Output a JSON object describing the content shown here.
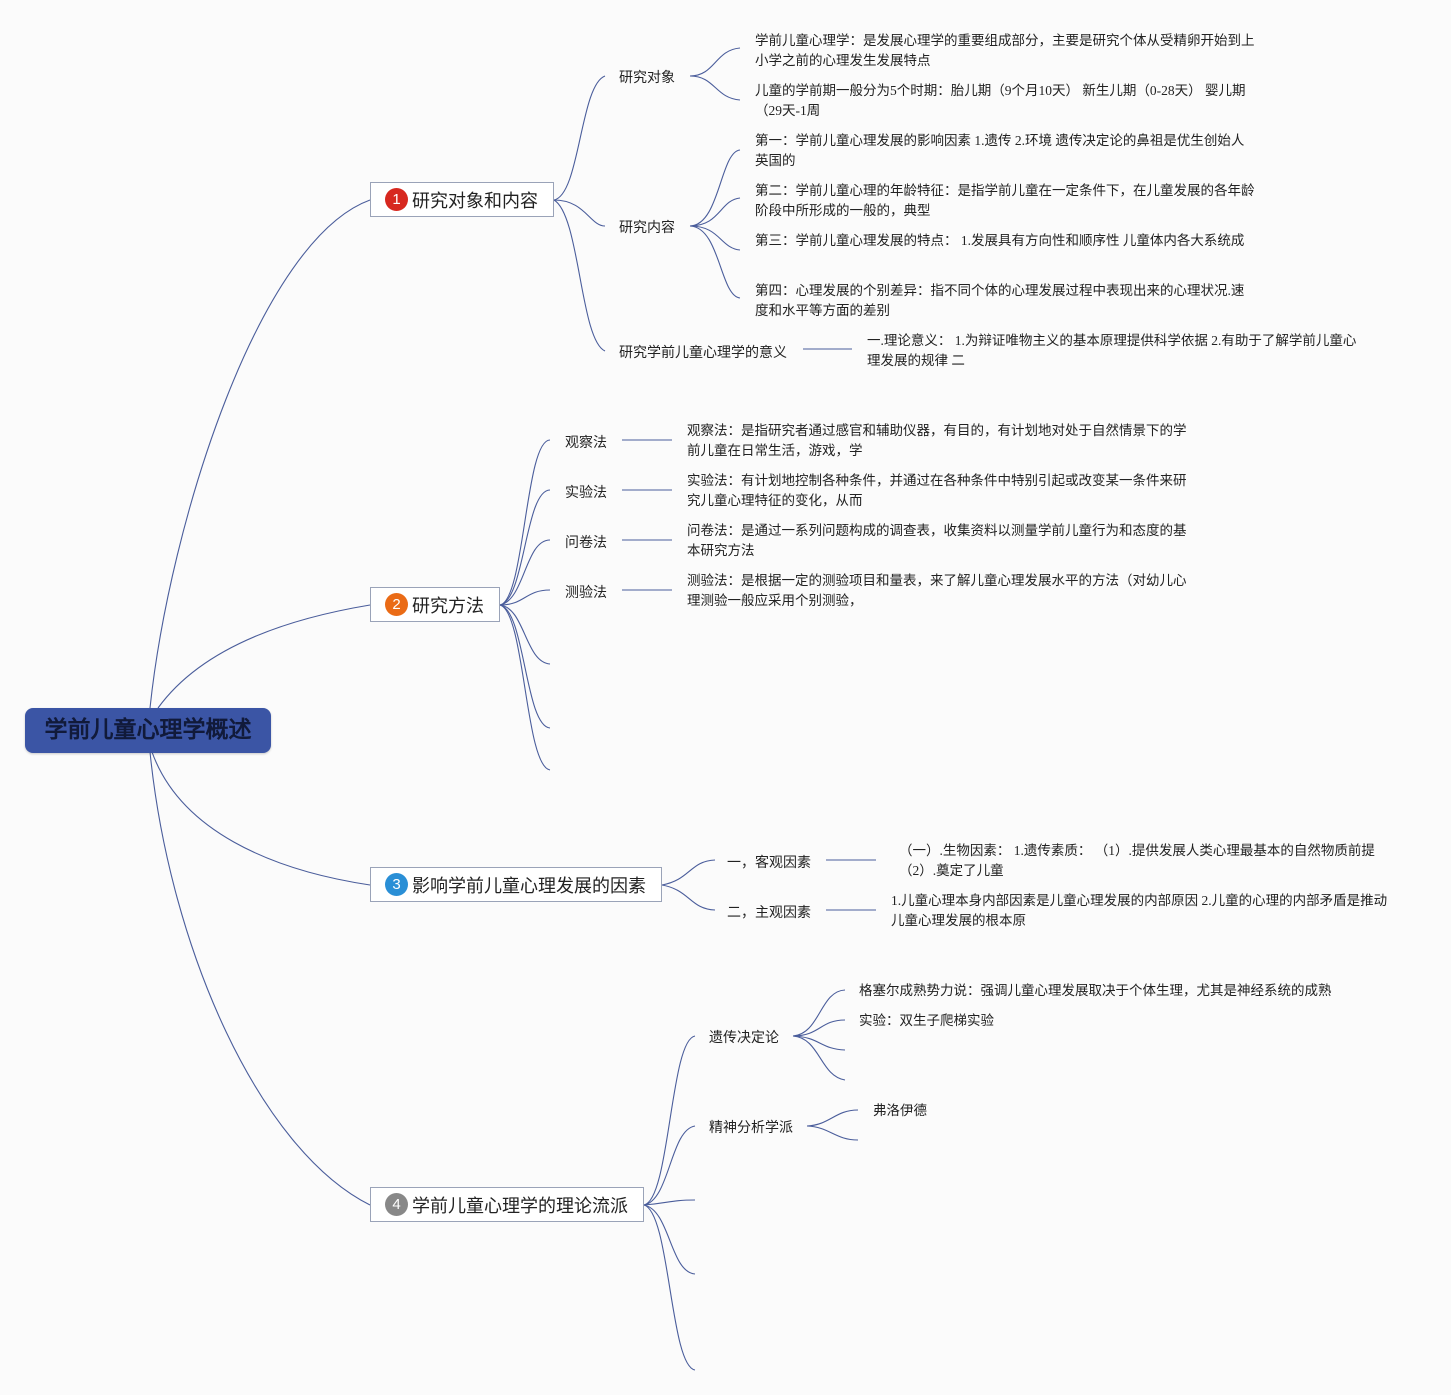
{
  "root": {
    "title": "学前儿童心理学概述"
  },
  "colors": {
    "root_bg": "#3b55a5",
    "line": "#4a5d9b",
    "badge1": "#d7281f",
    "badge2": "#ea6b16",
    "badge3": "#2a8fd6",
    "badge4": "#888888"
  },
  "branches": [
    {
      "number": "1",
      "title": "研究对象和内容",
      "children": [
        {
          "label": "研究对象",
          "leaves": [
            "学前儿童心理学：是发展心理学的重要组成部分，主要是研究个体从受精卵开始到上小学之前的心理发生发展特点",
            "儿童的学前期一般分为5个时期：胎儿期（9个月10天） 新生儿期（0-28天） 婴儿期（29天-1周"
          ]
        },
        {
          "label": "研究内容",
          "leaves": [
            "第一：学前儿童心理发展的影响因素 1.遗传 2.环境 遗传决定论的鼻祖是优生创始人英国的",
            "第二：学前儿童心理的年龄特征：是指学前儿童在一定条件下，在儿童发展的各年龄阶段中所形成的一般的，典型",
            "第三：学前儿童心理发展的特点： 1.发展具有方向性和顺序性 儿童体内各大系统成",
            "第四：心理发展的个别差异：指不同个体的心理发展过程中表现出来的心理状况.速度和水平等方面的差别"
          ]
        },
        {
          "label": "研究学前儿童心理学的意义",
          "leaves": [
            "一.理论意义： 1.为辩证唯物主义的基本原理提供科学依据 2.有助于了解学前儿童心理发展的规律 二"
          ]
        }
      ]
    },
    {
      "number": "2",
      "title": "研究方法",
      "children": [
        {
          "label": "观察法",
          "leaves": [
            "观察法：是指研究者通过感官和辅助仪器，有目的，有计划地对处于自然情景下的学前儿童在日常生活，游戏，学"
          ]
        },
        {
          "label": "实验法",
          "leaves": [
            "实验法：有计划地控制各种条件，并通过在各种条件中特别引起或改变某一条件来研究儿童心理特征的变化，从而"
          ]
        },
        {
          "label": "问卷法",
          "leaves": [
            "问卷法：是通过一系列问题构成的调查表，收集资料以测量学前儿童行为和态度的基本研究方法"
          ]
        },
        {
          "label": "测验法",
          "leaves": [
            "测验法：是根据一定的测验项目和量表，来了解儿童心理发展水平的方法（对幼儿心理测验一般应采用个别测验，"
          ]
        }
      ]
    },
    {
      "number": "3",
      "title": "影响学前儿童心理发展的因素",
      "children": [
        {
          "label": "一，客观因素",
          "leaves": [
            "（一）.生物因素： 1.遗传素质： （1）.提供发展人类心理最基本的自然物质前提（2）.奠定了儿童"
          ]
        },
        {
          "label": "二，主观因素",
          "leaves": [
            "1.儿童心理本身内部因素是儿童心理发展的内部原因 2.儿童的心理的内部矛盾是推动儿童心理发展的根本原"
          ]
        }
      ]
    },
    {
      "number": "4",
      "title": "学前儿童心理学的理论流派",
      "children": [
        {
          "label": "遗传决定论",
          "leaves": [
            "格塞尔成熟势力说：强调儿童心理发展取决于个体生理，尤其是神经系统的成熟",
            "实验：双生子爬梯实验"
          ]
        },
        {
          "label": "精神分析学派",
          "leaves": [
            "弗洛伊德"
          ]
        }
      ]
    }
  ]
}
